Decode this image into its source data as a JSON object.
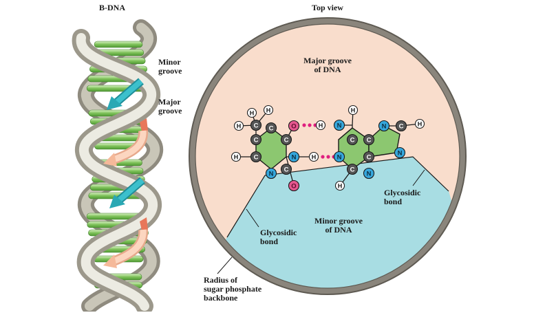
{
  "left_panel": {
    "title": "B-DNA",
    "minor_groove": [
      "Minor",
      "groove"
    ],
    "major_groove": [
      "Major",
      "groove"
    ]
  },
  "right_panel": {
    "title": "Top view",
    "major_groove": [
      "Major groove",
      "of DNA"
    ],
    "minor_groove": [
      "Minor groove",
      "of DNA"
    ],
    "glycosidic_left": [
      "Glycosidic",
      "bond"
    ],
    "glycosidic_right": [
      "Glycosidic",
      "bond"
    ],
    "radius_label": [
      "Radius of",
      "sugar phosphate",
      "backbone"
    ]
  },
  "atoms": {
    "C": "C",
    "N": "N",
    "O": "O",
    "H": "H"
  },
  "colors": {
    "major_groove_fill": "#f9ddcc",
    "minor_groove_fill": "#a8dde3",
    "backbone_ring": "#8a857c",
    "ring_fill": "#8cc770",
    "carbon": "#555555",
    "nitrogen": "#36a7dc",
    "oxygen": "#e5578f",
    "hydrogen": "#ffffff",
    "hbond_dots": "#e0207f",
    "minor_arrow": "#2aa8b4",
    "major_arrow": "#f5b99a"
  }
}
